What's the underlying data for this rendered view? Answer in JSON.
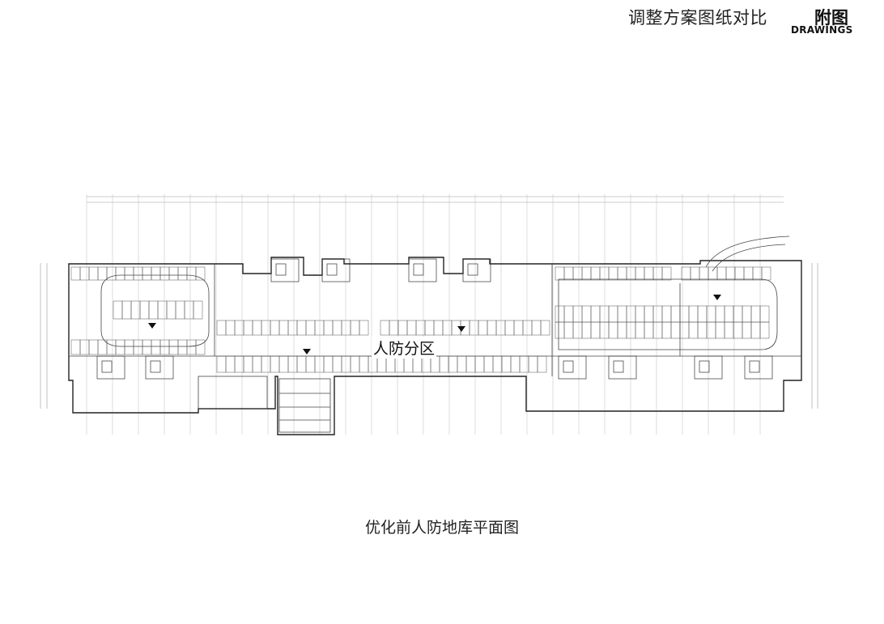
{
  "header": {
    "title": "调整方案图纸对比",
    "tag": "附图",
    "subtitle": "DRAWINGS"
  },
  "plan": {
    "zone_label": "人防分区",
    "caption": "优化前人防地库平面图",
    "line_color": "#222222",
    "grid_color": "#b5b5b5"
  }
}
